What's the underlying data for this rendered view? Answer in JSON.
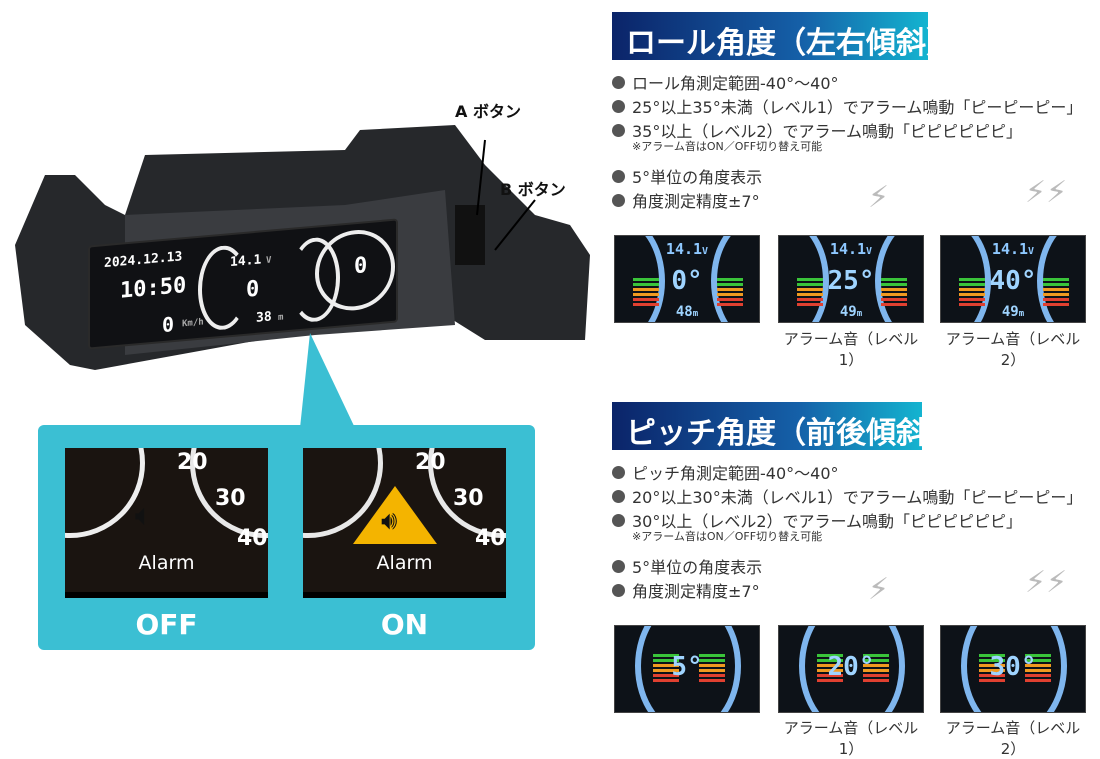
{
  "device": {
    "a_button_label": "A ボタン",
    "b_button_label": "B ボタン",
    "screen": {
      "date": "2024.12.13",
      "time": "10:50",
      "speed": "0",
      "speed_unit": "Km/h",
      "voltage": "14.1",
      "voltage_unit": "V",
      "roll_value": "0",
      "altitude": "38",
      "altitude_unit": "m",
      "pitch_value": "0"
    }
  },
  "alarm_callout": {
    "alarm_label": "Alarm",
    "scale": [
      "20",
      "30",
      "40"
    ],
    "off_label": "OFF",
    "on_label": "ON",
    "on_color": "#f4b400"
  },
  "roll": {
    "heading": "ロール角度（左右傾斜）",
    "bullets": [
      "ロール角測定範囲-40°～40°",
      "25°以上35°未満（レベル1）でアラーム鳴動「ピーピーピー」",
      "35°以上（レベル2）でアラーム鳴動「ピピピピピピ」"
    ],
    "note": "※アラーム音はON／OFF切り替え可能",
    "bullets2": [
      "5°単位の角度表示",
      "角度測定精度±7°"
    ],
    "screens": [
      {
        "voltage": "14.1",
        "unit": "V",
        "value": "0°",
        "altitude": "48",
        "alt_unit": "m",
        "caption": ""
      },
      {
        "voltage": "14.1",
        "unit": "V",
        "value": "25°",
        "altitude": "49",
        "alt_unit": "m",
        "caption": "アラーム音（レベル1）"
      },
      {
        "voltage": "14.1",
        "unit": "V",
        "value": "40°",
        "altitude": "49",
        "alt_unit": "m",
        "caption": "アラーム音（レベル2）"
      }
    ]
  },
  "pitch": {
    "heading": "ピッチ角度（前後傾斜）",
    "bullets": [
      "ピッチ角測定範囲-40°～40°",
      "20°以上30°未満（レベル1）でアラーム鳴動「ピーピーピー」",
      "30°以上（レベル2）でアラーム鳴動「ピピピピピピ」"
    ],
    "note": "※アラーム音はON／OFF切り替え可能",
    "bullets2": [
      "5°単位の角度表示",
      "角度測定精度±7°"
    ],
    "screens": [
      {
        "value": "5°",
        "caption": ""
      },
      {
        "value": "20°",
        "caption": "アラーム音（レベル1）"
      },
      {
        "value": "30°",
        "caption": "アラーム音（レベル2）"
      }
    ]
  },
  "colors": {
    "heading_start": "#0b2469",
    "heading_end": "#14b4d0",
    "callout": "#3bbfd3"
  }
}
